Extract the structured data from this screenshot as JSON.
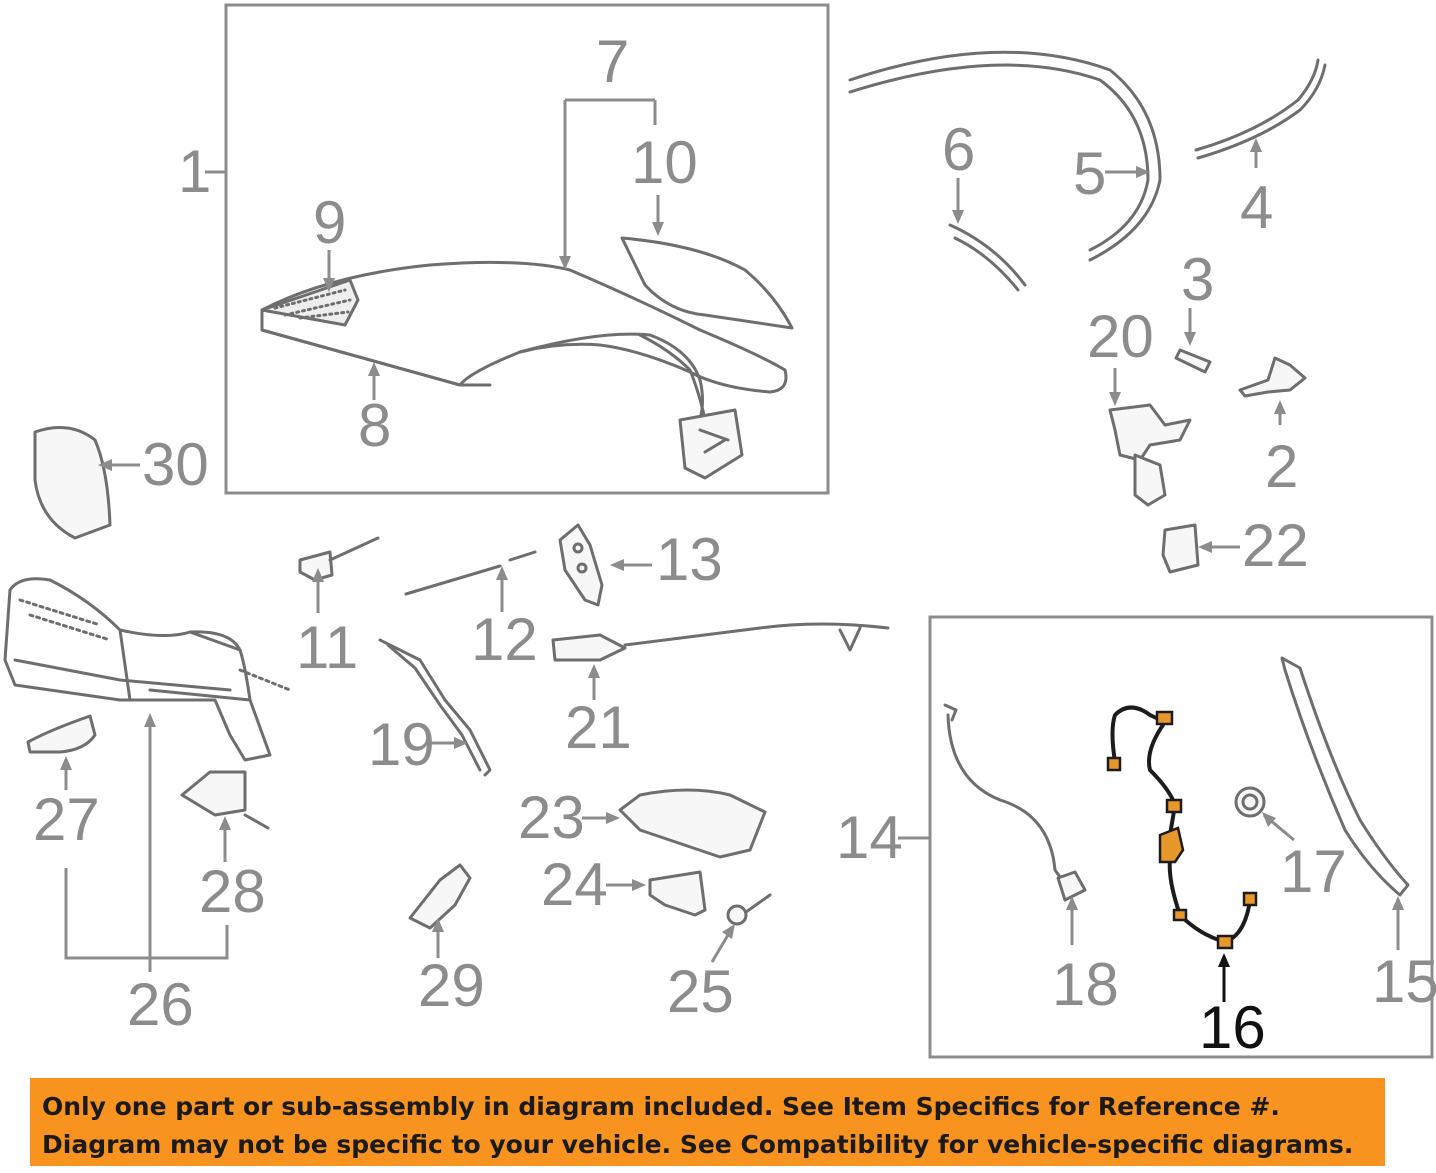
{
  "callouts": {
    "c1": "1",
    "c2": "2",
    "c3": "3",
    "c4": "4",
    "c5": "5",
    "c6": "6",
    "c7": "7",
    "c8": "8",
    "c9": "9",
    "c10": "10",
    "c11": "11",
    "c12": "12",
    "c13": "13",
    "c14": "14",
    "c15": "15",
    "c16": "16",
    "c17": "17",
    "c18": "18",
    "c19": "19",
    "c20": "20",
    "c21": "21",
    "c22": "22",
    "c23": "23",
    "c24": "24",
    "c25": "25",
    "c26": "26",
    "c27": "27",
    "c28": "28",
    "c29": "29",
    "c30": "30"
  },
  "highlighted_part": "16",
  "colors": {
    "highlight": "#e8972a",
    "banner": "#f7931e",
    "line": "#8c8c8c"
  },
  "banner": {
    "line1": "Only one part or sub-assembly in diagram included. See Item Specifics for Reference #.",
    "line2": "Diagram may not be specific to your vehicle. See Compatibility for vehicle-specific diagrams."
  }
}
